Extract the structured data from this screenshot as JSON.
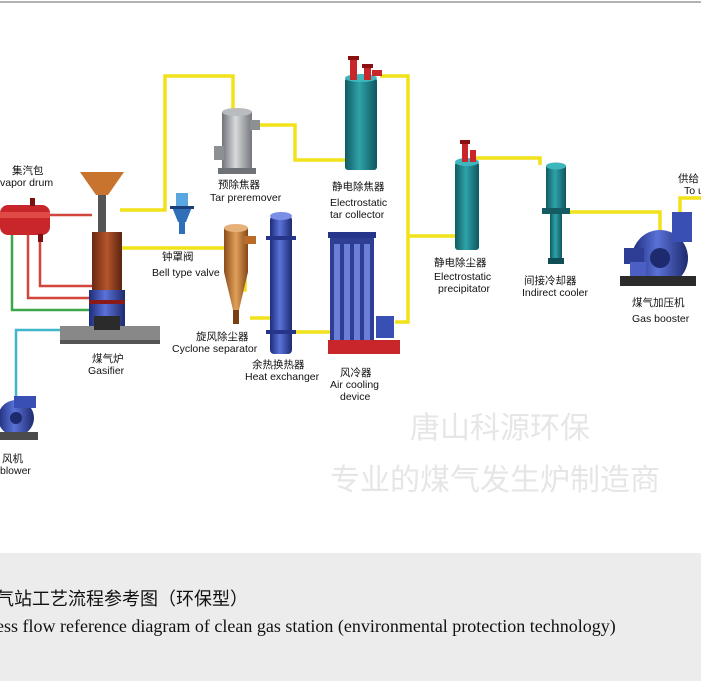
{
  "labels": {
    "vapor_drum": {
      "zh": "集汽包",
      "en": "vapor drum"
    },
    "gasifier": {
      "zh": "煤气炉",
      "en": "Gasifier"
    },
    "blower": {
      "zh": "风机",
      "en": "blower"
    },
    "bell_valve": {
      "zh": "钟罩阀",
      "en": "Bell type valve"
    },
    "tar_preremover": {
      "zh": "预除焦器",
      "en": "Tar preremover"
    },
    "cyclone": {
      "zh": "旋风除尘器",
      "en": "Cyclone separator"
    },
    "heat_exchanger": {
      "zh": "余热换热器",
      "en": "Heat exchanger"
    },
    "tar_collector": {
      "zh": "静电除焦器",
      "en1": "Electrostatic",
      "en2": "tar collector"
    },
    "air_cooling": {
      "zh": "风冷器",
      "en1": "Air cooling",
      "en2": "device"
    },
    "precipitator": {
      "zh": "静电除尘器",
      "en1": "Electrostatic",
      "en2": "precipitator"
    },
    "indirect_cooler": {
      "zh": "间接冷却器",
      "en": "Indirect cooler"
    },
    "gas_booster": {
      "zh": "煤气加压机",
      "en": "Gas booster"
    },
    "supply": {
      "zh": "供给",
      "en": "To u"
    }
  },
  "watermark": {
    "line1": "唐山科源环保",
    "line2": "专业的煤气发生炉制造商"
  },
  "caption": {
    "zh": "气站工艺流程参考图（环保型）",
    "en": "ess flow reference diagram of clean gas station (environmental protection technology)"
  },
  "colors": {
    "pipe_yellow": "#f2e21a",
    "pipe_red": "#d0463a",
    "pipe_green": "#3aa84a",
    "pipe_cyan": "#3fb6c9",
    "equipment_teal": "#1f7f86",
    "equipment_blue": "#3a4fb3",
    "equipment_gray": "#a6a9ac",
    "equipment_orange": "#c1762c"
  }
}
